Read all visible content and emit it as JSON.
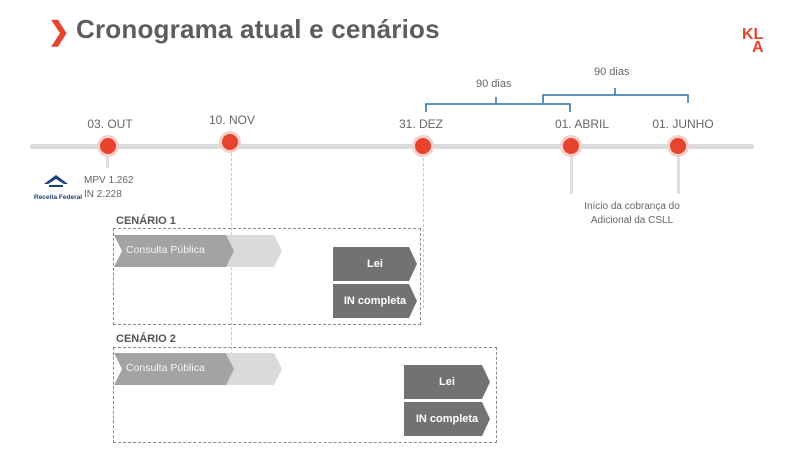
{
  "title": "Cronograma atual e cenários",
  "logo": {
    "top": "KL",
    "bottom": "A"
  },
  "timeline": {
    "dates": [
      "03. OUT",
      "10. NOV",
      "31. DEZ",
      "01. ABRIL",
      "01. JUNHO"
    ]
  },
  "brackets": [
    "90 dias",
    "90 dias"
  ],
  "receita": {
    "logo_text": "Receita Federal",
    "line1": "MPV 1.262",
    "line2": "IN 2.228"
  },
  "note": {
    "line1": "Início da cobrança do",
    "line2": "Adicional da CSLL"
  },
  "scenarios": [
    {
      "label": "CENÁRIO 1",
      "consulta": "Consulta Pública",
      "lei": "Lei",
      "in": "IN completa"
    },
    {
      "label": "CENÁRIO 2",
      "consulta": "Consulta Pública",
      "lei": "Lei",
      "in": "IN completa"
    }
  ],
  "colors": {
    "accent": "#e8432f",
    "dark_arrow": "#727272",
    "light_arrow": "#a3a3a3"
  }
}
